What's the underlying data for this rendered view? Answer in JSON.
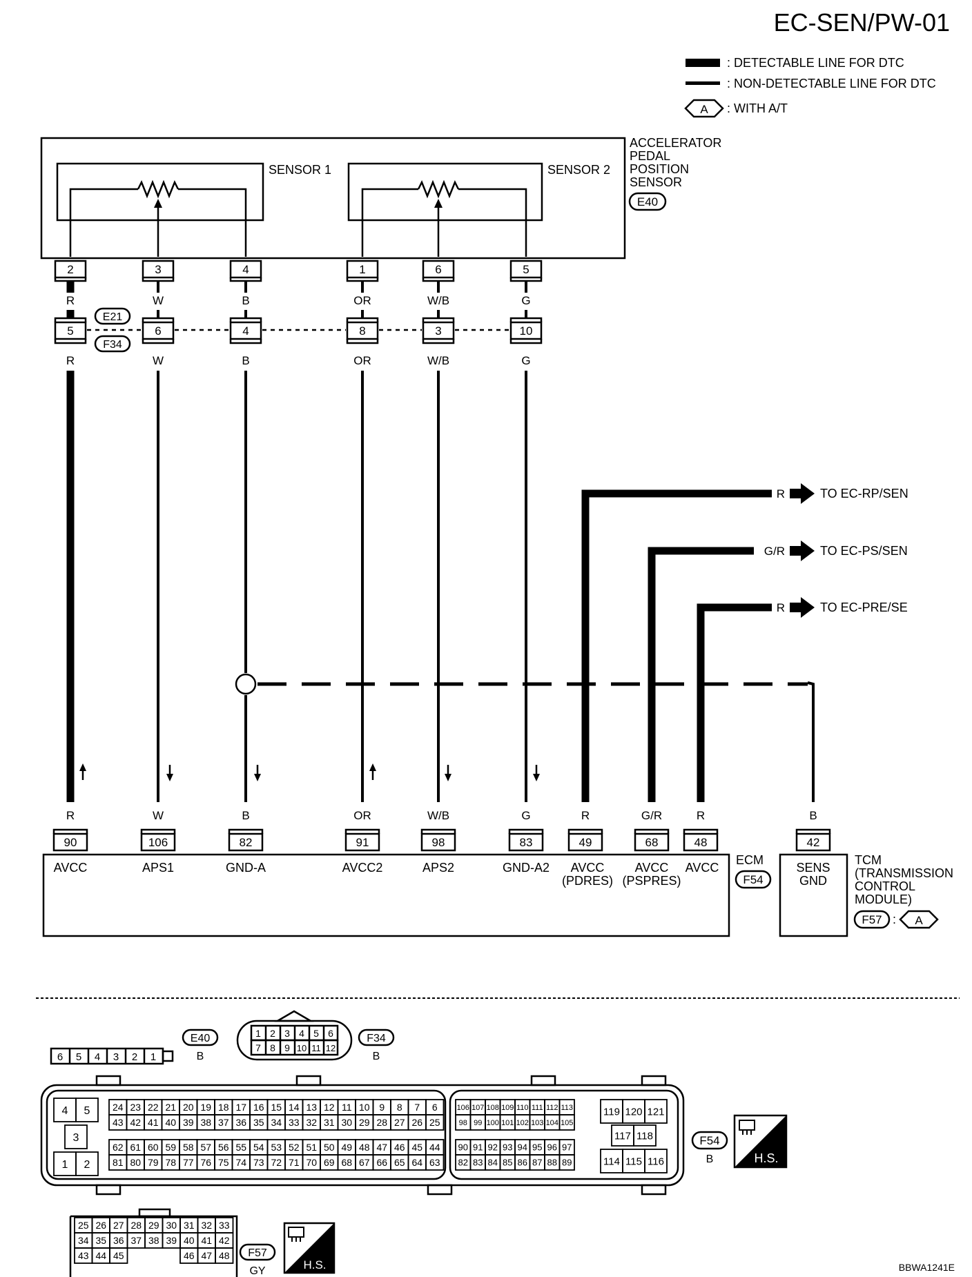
{
  "page_id": "EC-SEN/PW-01",
  "doc_code": "BBWA1241E",
  "legend": {
    "detectable": ": DETECTABLE LINE FOR DTC",
    "non_detectable": ": NON-DETECTABLE LINE FOR DTC",
    "with_at_symbol": "A",
    "with_at": ": WITH A/T"
  },
  "sensor_block": {
    "name_lines": [
      "ACCELERATOR",
      "PEDAL",
      "POSITION",
      "SENSOR"
    ],
    "connector": "E40",
    "sensor1": "SENSOR 1",
    "sensor2": "SENSOR 2",
    "pins": [
      "2",
      "3",
      "4",
      "1",
      "6",
      "5"
    ],
    "colors": [
      "R",
      "W",
      "B",
      "OR",
      "W/B",
      "G"
    ]
  },
  "junction": {
    "upper_connector": "E21",
    "lower_connector": "F34",
    "pins": [
      "5",
      "6",
      "4",
      "8",
      "3",
      "10"
    ],
    "colors": [
      "R",
      "W",
      "B",
      "OR",
      "W/B",
      "G"
    ]
  },
  "outputs": [
    {
      "color": "R",
      "target": "TO EC-RP/SEN"
    },
    {
      "color": "G/R",
      "target": "TO EC-PS/SEN"
    },
    {
      "color": "R",
      "target": "TO EC-PRE/SE"
    }
  ],
  "ecm": {
    "label": "ECM",
    "connector": "F54",
    "pins": [
      "90",
      "106",
      "82",
      "91",
      "98",
      "83",
      "49",
      "68",
      "48"
    ],
    "colors": [
      "R",
      "W",
      "B",
      "OR",
      "W/B",
      "G",
      "R",
      "G/R",
      "R"
    ],
    "terminals": [
      "AVCC",
      "APS1",
      "GND-A",
      "AVCC2",
      "APS2",
      "GND-A2",
      "AVCC",
      "AVCC",
      "AVCC"
    ],
    "terminals_sub": [
      "",
      "",
      "",
      "",
      "",
      "",
      "(PDRES)",
      "(PSPRES)",
      ""
    ]
  },
  "tcm": {
    "pin": "42",
    "color": "B",
    "terminal_lines": [
      "SENS",
      "GND"
    ],
    "label_lines": [
      "TCM",
      "(TRANSMISSION",
      "CONTROL",
      "MODULE)"
    ],
    "connector": "F57",
    "condition_symbol": "A"
  },
  "connector_views": {
    "e40": {
      "id": "E40",
      "color": "B",
      "pins": [
        "6",
        "5",
        "4",
        "3",
        "2",
        "1"
      ]
    },
    "f34": {
      "id": "F34",
      "color": "B",
      "row1": [
        "1",
        "2",
        "3",
        "4",
        "5",
        "6"
      ],
      "row2": [
        "7",
        "8",
        "9",
        "10",
        "11",
        "12"
      ]
    },
    "f54": {
      "id": "F54",
      "color": "B",
      "a_left": [
        "4",
        "5",
        "3",
        "1",
        "2"
      ],
      "a_r1": [
        "24",
        "23",
        "22",
        "21",
        "20",
        "19",
        "18",
        "17",
        "16",
        "15",
        "14",
        "13",
        "12",
        "11",
        "10",
        "9",
        "8",
        "7",
        "6"
      ],
      "a_r2": [
        "43",
        "42",
        "41",
        "40",
        "39",
        "38",
        "37",
        "36",
        "35",
        "34",
        "33",
        "32",
        "31",
        "30",
        "29",
        "28",
        "27",
        "26",
        "25"
      ],
      "a_r3": [
        "62",
        "61",
        "60",
        "59",
        "58",
        "57",
        "56",
        "55",
        "54",
        "53",
        "52",
        "51",
        "50",
        "49",
        "48",
        "47",
        "46",
        "45",
        "44"
      ],
      "a_r4": [
        "81",
        "80",
        "79",
        "78",
        "77",
        "76",
        "75",
        "74",
        "73",
        "72",
        "71",
        "70",
        "69",
        "68",
        "67",
        "66",
        "65",
        "64",
        "63"
      ],
      "b_r1": [
        "106",
        "107",
        "108",
        "109",
        "110",
        "111",
        "112",
        "113"
      ],
      "b_r2": [
        "98",
        "99",
        "100",
        "101",
        "102",
        "103",
        "104",
        "105"
      ],
      "b_r3": [
        "90",
        "91",
        "92",
        "93",
        "94",
        "95",
        "96",
        "97"
      ],
      "b_r4": [
        "82",
        "83",
        "84",
        "85",
        "86",
        "87",
        "88",
        "89"
      ],
      "c_r1": [
        "119",
        "120",
        "121"
      ],
      "c_r2": [
        "117",
        "118"
      ],
      "c_r3": [
        "114",
        "115",
        "116"
      ]
    },
    "f57": {
      "id": "F57",
      "color": "GY",
      "r1": [
        "25",
        "26",
        "27",
        "28",
        "29",
        "30",
        "31",
        "32",
        "33"
      ],
      "r2": [
        "34",
        "35",
        "36",
        "37",
        "38",
        "39",
        "40",
        "41",
        "42"
      ],
      "r3a": [
        "43",
        "44",
        "45"
      ],
      "r3b": [
        "46",
        "47",
        "48"
      ]
    },
    "hs_label": "H.S."
  }
}
